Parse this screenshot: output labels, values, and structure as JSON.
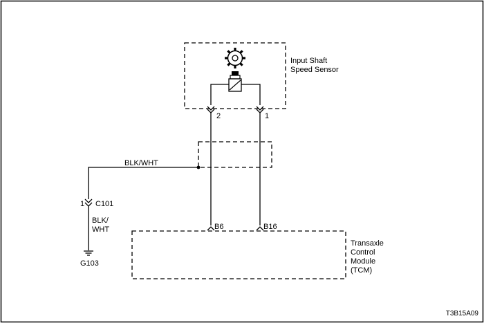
{
  "sensor": {
    "label_line1": "Input Shaft",
    "label_line2": "Speed Sensor",
    "pin_left": "2",
    "pin_right": "1"
  },
  "splice": {
    "wire_color": "BLK/WHT"
  },
  "connector": {
    "pin": "1",
    "name": "C101"
  },
  "ground_wire": {
    "color_line1": "BLK/",
    "color_line2": "WHT"
  },
  "ground": {
    "name": "G103"
  },
  "tcm": {
    "pin_left": "B6",
    "pin_right": "B16",
    "label_line1": "Transaxle",
    "label_line2": "Control",
    "label_line3": "Module",
    "label_line4": "(TCM)"
  },
  "figure_id": "T3B15A09"
}
